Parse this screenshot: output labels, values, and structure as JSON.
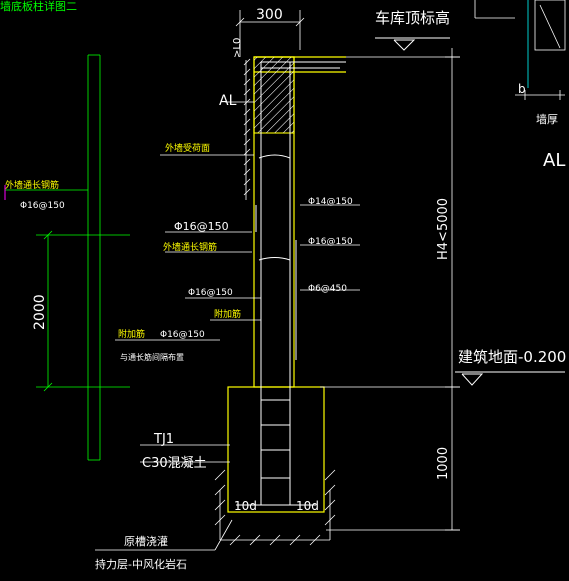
{
  "title_partial": "墙底板柱详图二",
  "dims": {
    "top_width": "300",
    "l0": ">L0",
    "height_range": "H4<5000",
    "base_height": "1000",
    "side_height": "2000",
    "anchor_left": "10d",
    "anchor_right": "10d",
    "right_b": "b"
  },
  "labels": {
    "garage_roof": "车库顶标高",
    "al_left": "AL",
    "al_right": "AL",
    "wall_thickness": "墙厚",
    "outer_face": "外墙受荷面",
    "outer_long_rebar": "外墙通长钢筋",
    "outer_long_rebar_spec": "Φ16@150",
    "phi16_150_mid": "Φ16@150",
    "outer_long_rebar_2": "外墙通长钢筋",
    "phi14_150": "Φ14@150",
    "phi16_150_r": "Φ16@150",
    "phi6_450": "Φ6@450",
    "phi16_150_low": "Φ16@150",
    "add_rebar": "附加筋",
    "add_rebar_left": "附加筋",
    "add_rebar_spec": "Φ16@150",
    "note_alternate": "与通长筋间隔布置",
    "ground_level": "建筑地面-0.200",
    "tj1": "TJ1",
    "concrete": "C30混凝土",
    "original_groove": "原槽浇灌",
    "bearing_layer": "持力层-中风化岩石"
  },
  "colors": {
    "white": "#ffffff",
    "yellow": "#ffff00",
    "green": "#00ff00",
    "magenta": "#ff00ff",
    "cyan": "#00ffff"
  }
}
